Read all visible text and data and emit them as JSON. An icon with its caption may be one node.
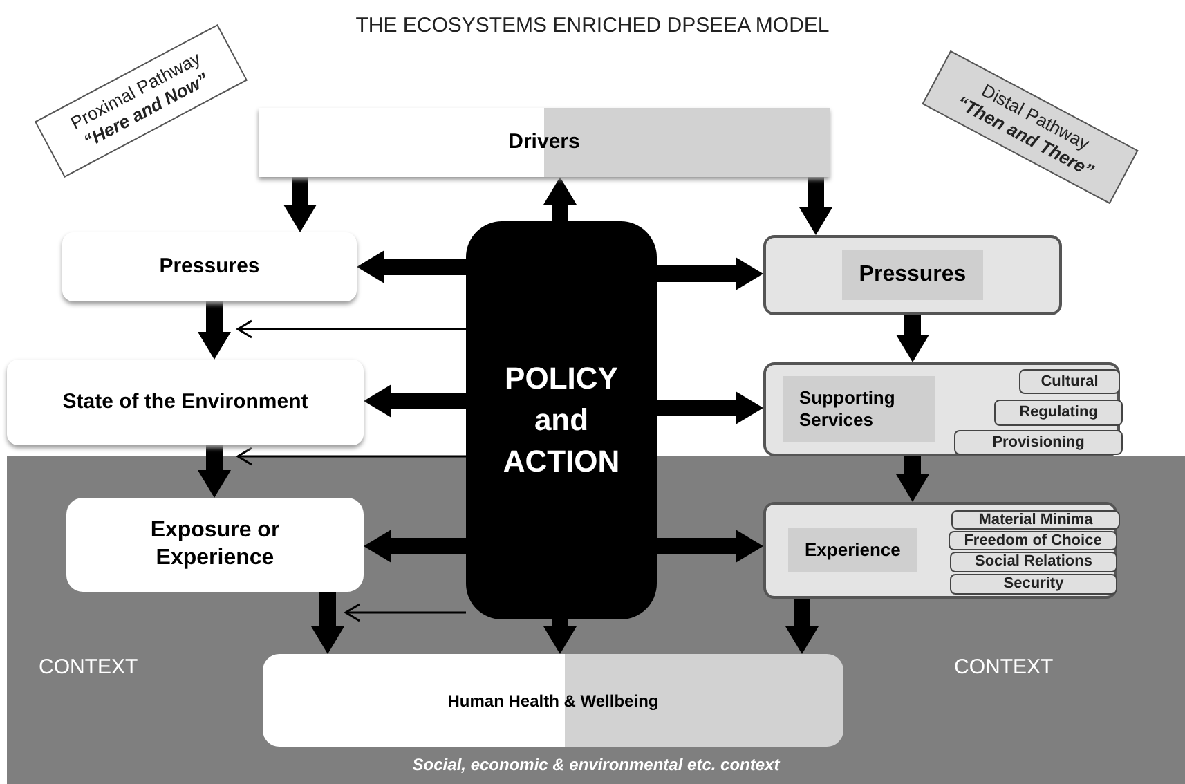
{
  "diagram": {
    "title": "THE ECOSYSTEMS ENRICHED DPSEEA MODEL",
    "nodes": [
      {
        "text": [
          "CONTEXT",
          "CONTEXT",
          "Social, economic & environmental etc. context"
        ]
      },
      {
        "text": [
          "Proximal Pathway",
          "“Here and Now”"
        ]
      },
      {
        "text": [
          "Distal Pathway",
          "“Then and There”"
        ]
      },
      {
        "text": [
          "Drivers"
        ]
      },
      {
        "text": [
          "Pressures"
        ]
      },
      {
        "text": [
          "Pressures"
        ]
      },
      {
        "text": [
          "POLICY and ACTION"
        ]
      },
      {
        "text": [
          "State of the Environment"
        ]
      },
      {
        "text": [
          "Supporting Services"
        ]
      },
      {
        "text": [
          "Cultural"
        ],
        "in": 8
      },
      {
        "text": [
          "Regulating"
        ],
        "in": 8
      },
      {
        "text": [
          "Provisioning"
        ],
        "in": 8
      },
      {
        "text": [
          "Exposure or Experience"
        ],
        "in": 0
      },
      {
        "text": [
          "Experience"
        ],
        "in": 0
      },
      {
        "text": [
          "Material Minima"
        ],
        "in": 13
      },
      {
        "text": [
          "Freedom of Choice"
        ],
        "in": 13
      },
      {
        "text": [
          "Social Relations"
        ],
        "in": 13
      },
      {
        "text": [
          "Security"
        ],
        "in": 13
      },
      {
        "text": [
          "Human Health & Wellbeing"
        ],
        "in": 0
      }
    ],
    "edges": [
      {
        "from": 3,
        "to": 4,
        "arrow": "to"
      },
      {
        "from": 3,
        "to": 5,
        "arrow": "to"
      },
      {
        "from": 6,
        "to": 3,
        "arrow": "to"
      },
      {
        "from": 6,
        "to": 4,
        "arrow": "to"
      },
      {
        "from": 6,
        "to": 5,
        "arrow": "to"
      },
      {
        "from": 4,
        "to": 7,
        "arrow": "to"
      },
      {
        "from": 5,
        "to": 8,
        "arrow": "to"
      },
      {
        "from": 6,
        "to": 7,
        "arrow": "to"
      },
      {
        "from": 6,
        "to": 8,
        "arrow": "to"
      },
      {
        "from": 7,
        "to": 12,
        "arrow": "to"
      },
      {
        "from": 8,
        "to": 13,
        "arrow": "to"
      },
      {
        "from": 6,
        "to": 12,
        "arrow": "to"
      },
      {
        "from": 6,
        "to": 13,
        "arrow": "to"
      },
      {
        "from": 12,
        "to": 18,
        "arrow": "to"
      },
      {
        "from": 13,
        "to": 18,
        "arrow": "to"
      },
      {
        "from": 6,
        "to": 18,
        "arrow": "to"
      },
      {
        "from": 6,
        "to": 4,
        "arrow": "to"
      },
      {
        "from": 6,
        "to": 7,
        "arrow": "to"
      },
      {
        "from": 6,
        "to": 12,
        "arrow": "to"
      }
    ]
  }
}
